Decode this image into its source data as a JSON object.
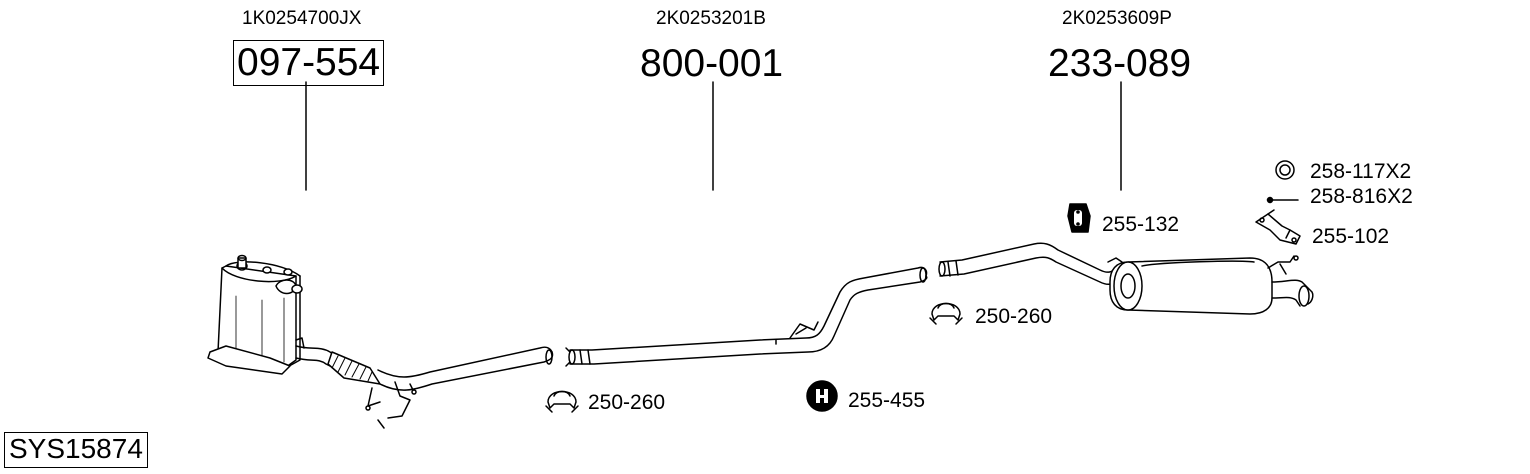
{
  "sections": [
    {
      "oem_number": "1K0254700JX",
      "part_number": "097-554",
      "boxed": true
    },
    {
      "oem_number": "2K0253201B",
      "part_number": "800-001",
      "boxed": false
    },
    {
      "oem_number": "2K0253609P",
      "part_number": "233-089",
      "boxed": false
    }
  ],
  "accessories": [
    {
      "code": "250-260",
      "icon": "clamp-icon"
    },
    {
      "code": "255-455",
      "icon": "rubber-mount-icon"
    },
    {
      "code": "250-260",
      "icon": "clamp-icon"
    },
    {
      "code": "255-132",
      "icon": "rubber-hanger-icon"
    },
    {
      "code": "258-117X2",
      "icon": "gasket-ring-icon"
    },
    {
      "code": "258-816X2",
      "icon": "bolt-icon"
    },
    {
      "code": "255-102",
      "icon": "bracket-icon"
    }
  ],
  "system_code": "SYS15874"
}
